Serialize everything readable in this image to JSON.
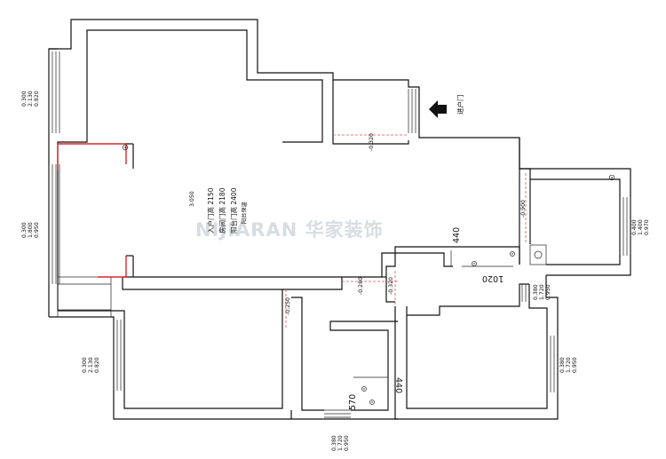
{
  "entry_label": "进户门",
  "center_heights": {
    "value": "3.050",
    "lines": [
      "入户门高 2150",
      "房间门高 2180",
      "阳台门高 2400",
      "阳台保温"
    ]
  },
  "watermark": "NIJIARAN 华家装饰",
  "window_specs": [
    [
      "0.300",
      "2.130",
      "0.820"
    ],
    [
      "0.300",
      "1.800",
      "0.950"
    ],
    [
      "0.300",
      "2.130",
      "0.820"
    ],
    [
      "0.380",
      "1.720",
      "0.950"
    ],
    [
      "0.400",
      "1.400",
      "0.970"
    ],
    [
      "0.380",
      "1.720",
      "0.950"
    ],
    [
      "0.380",
      "1.720",
      "0.950"
    ]
  ],
  "ceiling_marks": [
    "-0.320",
    "-0.900",
    "-0.250",
    "-0.320",
    "-0.280"
  ],
  "dimensions": [
    "440",
    "1020",
    "440",
    "570"
  ]
}
